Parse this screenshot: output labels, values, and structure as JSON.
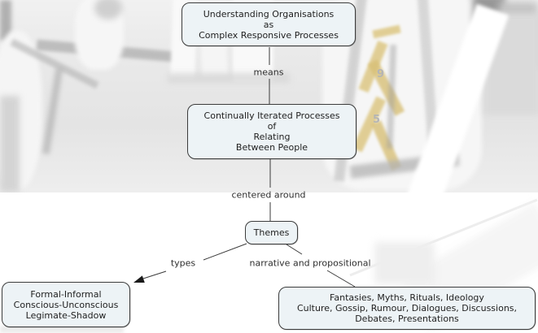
{
  "colors": {
    "node_fill": "#edf3f6",
    "node_border": "#3c3c3c",
    "node_text": "#222222",
    "link_line": "#3a3a3a",
    "link_label_text": "#2e2e2e",
    "canvas_background": "#ffffff",
    "photo_tint": "#e9e9e9",
    "shirt_emblem_gold": "#d9c27a"
  },
  "nodes": {
    "root": {
      "lines": [
        "Understanding Organisations",
        "as",
        "Complex Responsive Processes"
      ]
    },
    "processes": {
      "lines": [
        "Continually Iterated Processes",
        "of",
        "Relating",
        "Between People"
      ]
    },
    "themes": {
      "lines": [
        "Themes"
      ]
    },
    "types_detail": {
      "lines": [
        "Formal-Informal",
        "Conscious-Unconscious",
        "Legimate-Shadow"
      ]
    },
    "narrative_detail": {
      "lines": [
        "Fantasies, Myths, Rituals, Ideology",
        "Culture, Gossip, Rumour, Dialogues, Discussions,",
        "Debates, Presentations"
      ]
    }
  },
  "links": {
    "means": {
      "label": "means",
      "from": "root",
      "to": "processes",
      "arrowhead": false
    },
    "centered_around": {
      "label": "centered around",
      "from": "processes",
      "to": "themes",
      "arrowhead": false
    },
    "types": {
      "label": "types",
      "from": "themes",
      "to": "types_detail",
      "arrowhead": true
    },
    "narrative": {
      "label": "narrative and propositional",
      "from": "themes",
      "to": "narrative_detail",
      "arrowhead": false
    }
  },
  "background": {
    "shirt_digits": [
      "9",
      "5"
    ]
  }
}
